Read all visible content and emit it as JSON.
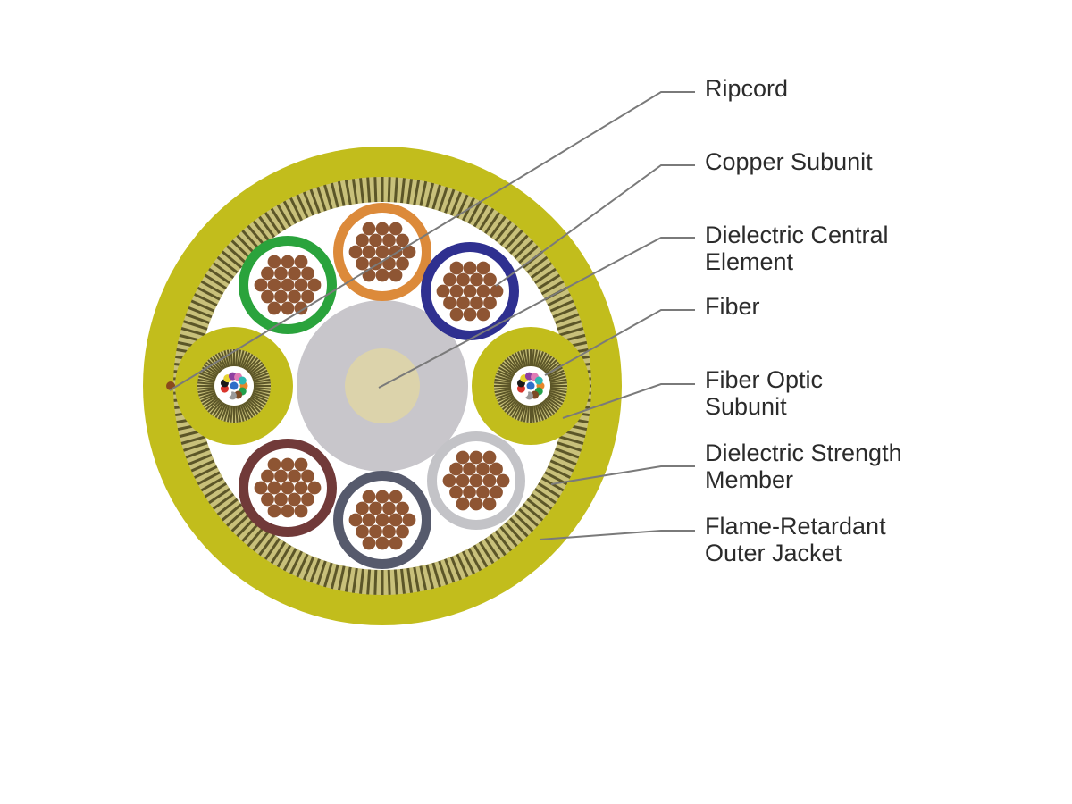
{
  "callouts": [
    {
      "id": "ripcord",
      "lines": [
        "Ripcord"
      ]
    },
    {
      "id": "copper-subunit",
      "lines": [
        "Copper Subunit"
      ]
    },
    {
      "id": "dielectric-central-element",
      "lines": [
        "Dielectric Central",
        "Element"
      ]
    },
    {
      "id": "fiber",
      "lines": [
        "Fiber"
      ]
    },
    {
      "id": "fiber-optic-subunit",
      "lines": [
        "Fiber Optic",
        "Subunit"
      ]
    },
    {
      "id": "dielectric-strength-member",
      "lines": [
        "Dielectric Strength",
        "Member"
      ]
    },
    {
      "id": "outer-jacket",
      "lines": [
        "Flame-Retardant",
        "Outer Jacket"
      ]
    }
  ],
  "colors": {
    "jacket": "#c2bd1c",
    "strength_member_dark": "#5c5628",
    "strength_member_light": "#c8c07a",
    "fill": "#ffffff",
    "central_element": "#c8c6cb",
    "central_core": "#dcd3ab",
    "copper_conductor": "#8e5533",
    "leader_line": "#7a7a7a",
    "label_text": "#2b2b2b",
    "ripcord": "#8a4a1c"
  },
  "copper_subunit_colors": [
    "#dc8a3a",
    "#2f3090",
    "#c3c3c7",
    "#565a6c",
    "#713a39",
    "#2aa33c"
  ],
  "fiber_colors": [
    "#2e6fc8",
    "#e8872a",
    "#23a04a",
    "#7c4a24",
    "#9a9a9a",
    "#ffffff",
    "#d9342b",
    "#1a1a1a",
    "#e6d22f",
    "#8e3fa0",
    "#e07bb5",
    "#2fb8b0"
  ]
}
